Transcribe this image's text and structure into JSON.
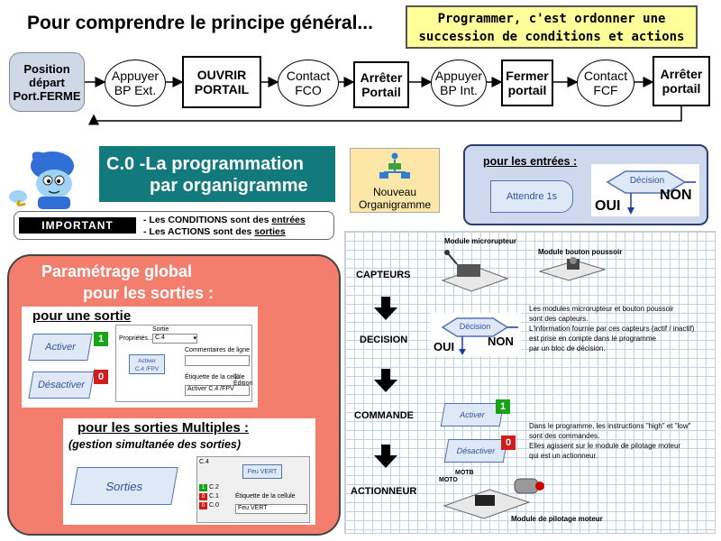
{
  "page": {
    "title": "Pour comprendre le principe général...",
    "callout": [
      "Programmer, c'est ordonner une",
      "succession de conditions et actions"
    ]
  },
  "flow": {
    "start": [
      "Position",
      "départ",
      "Port.FERME"
    ],
    "steps": [
      {
        "kind": "oval",
        "lines": [
          "Appuyer",
          "BP Ext."
        ]
      },
      {
        "kind": "rect",
        "lines": [
          "OUVRIR",
          "PORTAIL"
        ]
      },
      {
        "kind": "oval",
        "lines": [
          "Contact",
          "FCO"
        ]
      },
      {
        "kind": "rect",
        "lines": [
          "Arrêter",
          "Portail"
        ]
      },
      {
        "kind": "oval",
        "lines": [
          "Appuyer",
          "BP Int."
        ]
      },
      {
        "kind": "rect",
        "lines": [
          "Fermer",
          "portail"
        ]
      },
      {
        "kind": "oval",
        "lines": [
          "Contact",
          "FCF"
        ]
      },
      {
        "kind": "rect",
        "lines": [
          "Arrêter",
          "portail"
        ]
      }
    ]
  },
  "section": {
    "title_line1": "C.0 -La programmation",
    "title_line2": "par organigramme",
    "nouveau": [
      "Nouveau",
      "Organigramme"
    ]
  },
  "important": {
    "tag": "IMPORTANT",
    "line1_pre": "- Les CONDITIONS sont des ",
    "line1_key": "entrées",
    "line2_pre": "- Les ACTIONS sont des ",
    "line2_key": "sorties"
  },
  "entrees": {
    "heading": "pour les entrées :",
    "attendre": "Attendre 1s",
    "decision": "Décision",
    "oui": "OUI",
    "non": "NON"
  },
  "sorties": {
    "heading_line1": "Paramétrage global",
    "heading_line2": "pour les sorties :",
    "single_heading": "pour une sortie",
    "activer": "Activer",
    "desactiver": "Désactiver",
    "badge_on": "1",
    "badge_off": "0",
    "dialog": {
      "title": "Sortie",
      "prop_label": "Propriétés...",
      "select": "C.4",
      "node": [
        "Activer",
        "C.4 /FPV"
      ],
      "comment_label": "Commentaires de ligne",
      "cell_label": "Étiquette de la cellule",
      "edition": "Édition",
      "cell_value": "Activer C.4 /FPV"
    },
    "multi_heading": "pour les sorties Multiples :",
    "multi_sub": "(gestion simultanée des sorties)",
    "sorties_btn": "Sorties",
    "multi_dialog": {
      "top": "C.4",
      "node": "Feu VERT",
      "rows": [
        {
          "v": "1",
          "label": "C.2"
        },
        {
          "v": "0",
          "label": "C.1"
        },
        {
          "v": "0",
          "label": "C.0"
        }
      ],
      "cell_label": "Étiquette de la cellule",
      "cell_value": "Feu VERT"
    }
  },
  "chain": {
    "labels": [
      "CAPTEURS",
      "DECISION",
      "COMMANDE",
      "ACTIONNEUR"
    ],
    "cap_left": "Module microrupteur",
    "cap_right": "Module bouton poussoir",
    "decision_note": [
      "Les modules microrupteur et bouton poussoir",
      "sont des capteurs.",
      "L'information fournie par ces capteurs (actif / inactif)",
      "est prise en compte dans le programme",
      "par un bloc de décision."
    ],
    "commande_note": [
      "Dans le programme, les instructions \"high\" et \"low\"",
      "sont des commandes.",
      "Elles agissent sur le module de pilotage moteur",
      "qui est un actionneur."
    ],
    "act_caption": "Module de pilotage moteur",
    "motor_left": "MOTO",
    "motor_right": "MOTB",
    "decision": "Décision",
    "oui": "OUI",
    "non": "NON",
    "activer": "Activer",
    "desactiver": "Désactiver",
    "badge_on": "1",
    "badge_off": "0"
  },
  "colors": {
    "teal": "#127a7d",
    "salmon": "#f47e6e",
    "callout": "#ffff99",
    "start": "#cfd8e6",
    "badge_on": "#19a319",
    "badge_off": "#d11c1c"
  }
}
